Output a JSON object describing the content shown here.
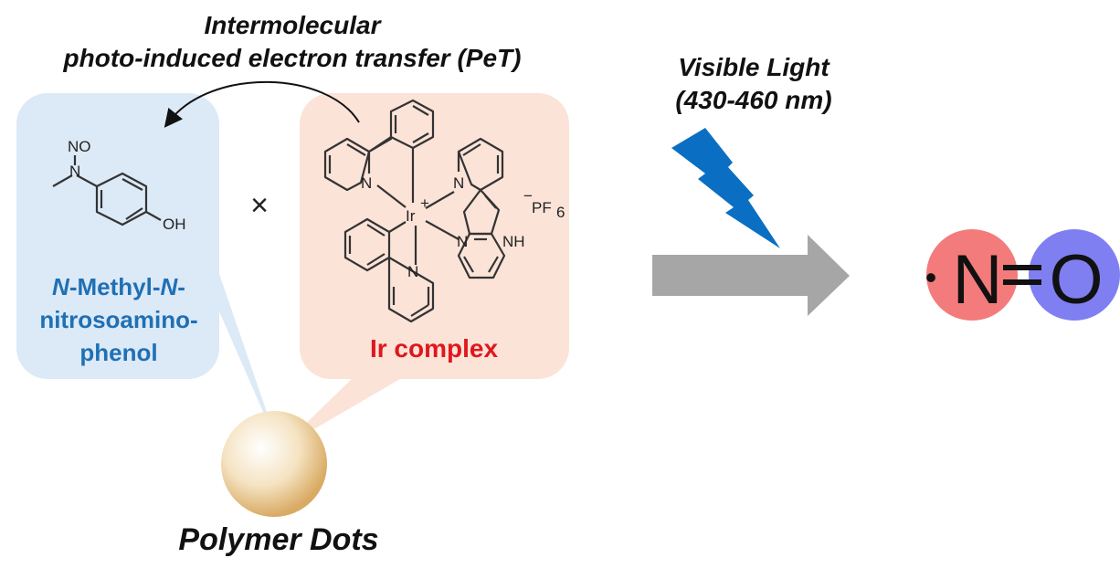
{
  "pet": {
    "title_line1": "Intermolecular",
    "title_line2": "photo-induced electron transfer (PeT)"
  },
  "light": {
    "line1": "Visible Light",
    "line2": "(430-460 nm)"
  },
  "phenol": {
    "name_line1_n1": "N",
    "name_line1_mid": "-Methyl-",
    "name_line1_n2": "N",
    "name_line1_end": "-",
    "name_line2": "nitrosoamino-",
    "name_line3": "phenol",
    "atom_no": "NO",
    "atom_n": "N",
    "atom_oh": "OH"
  },
  "ir": {
    "name": "Ir complex",
    "atom_ir": "Ir",
    "charge": "+",
    "counter_ion_minus": "−",
    "counter_ion": "PF",
    "counter_ion_sub": "6",
    "atom_n": "N",
    "atom_nh": "NH"
  },
  "times": "×",
  "dots": {
    "label": "Polymer Dots"
  },
  "product": {
    "radical_dot": "•",
    "n": "N",
    "o": "O"
  },
  "colors": {
    "phenol_box": "#dce9f6",
    "ir_box": "#fbe3d8",
    "phenol_text": "#1f70b5",
    "ir_text": "#e0171d",
    "arrow": "#a6a6a6",
    "lightning": "#0a6fc2",
    "n_atom": "#f47b7b",
    "o_atom": "#7f7ff2"
  }
}
